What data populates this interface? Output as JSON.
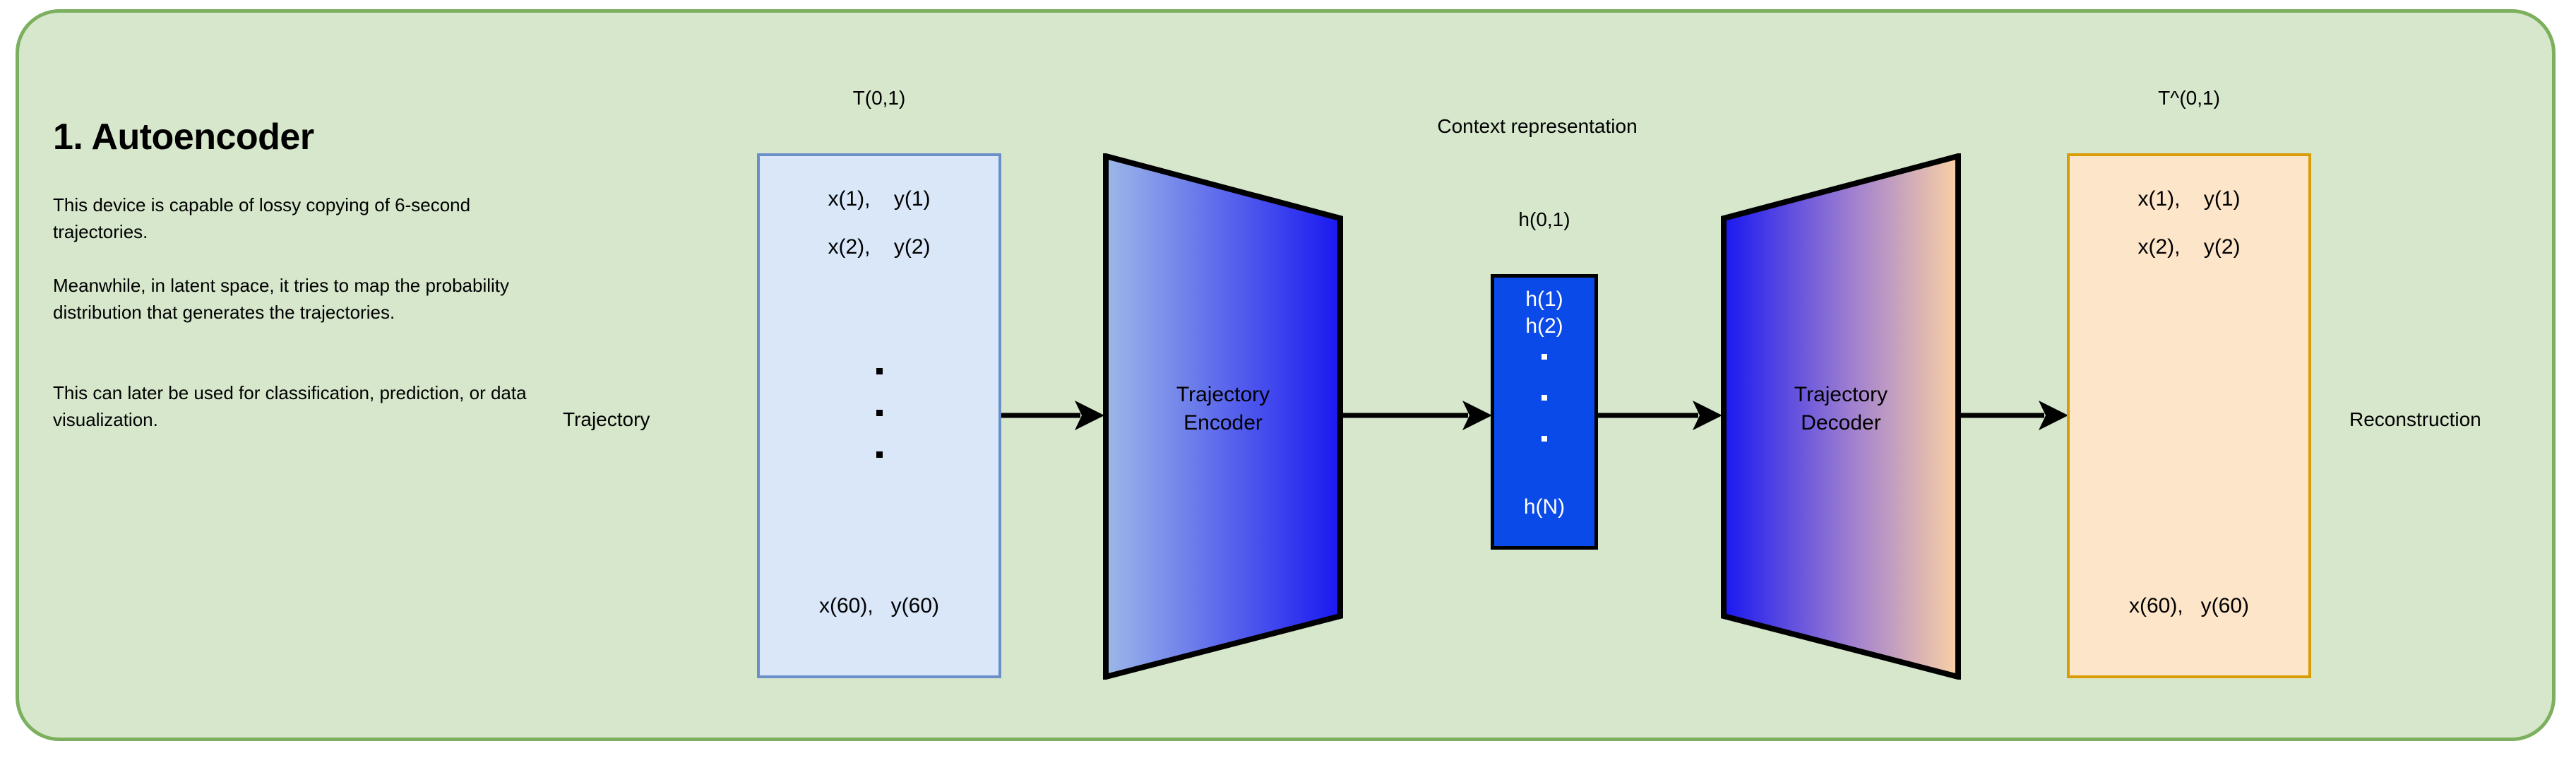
{
  "panel": {
    "background_color": "#d6e7cc",
    "border_color": "#7cb05e"
  },
  "header": {
    "title": "1. Autoencoder"
  },
  "description": {
    "paragraphs": [
      "This device is capable of lossy copying of 6-second trajectories.",
      "Meanwhile, in latent space, it tries to map the probability distribution that generates the trajectories.",
      "This can later be used for classification, prediction, or data visualization."
    ]
  },
  "pipeline": {
    "input_side_label": "Trajectory",
    "output_side_label": "Reconstruction",
    "context_label": "Context representation",
    "input": {
      "caption": "T(0,1)",
      "rows": [
        "x(1),    y(1)",
        "x(2),    y(2)"
      ],
      "last_row": "x(60),   y(60)",
      "has_ellipsis": true,
      "fill_color": "#d9e7f9",
      "border_color": "#6b8fc9"
    },
    "encoder": {
      "label_line1": "Trajectory",
      "label_line2": "Encoder",
      "gradient_from": "#9db8e8",
      "gradient_to": "#1a18f0"
    },
    "latent": {
      "caption": "h(0,1)",
      "rows": [
        "h(1)",
        "h(2)"
      ],
      "last_row": "h(N)",
      "has_ellipsis": true,
      "fill_color": "#0a4ae8",
      "border_color": "#000000",
      "text_color": "#ffffff"
    },
    "decoder": {
      "label_line1": "Trajectory",
      "label_line2": "Decoder",
      "gradient_from": "#1a18f0",
      "gradient_to": "#fad0a4"
    },
    "output": {
      "caption": "T^(0,1)",
      "rows": [
        "x(1),    y(1)",
        "x(2),    y(2)"
      ],
      "last_row": "x(60),   y(60)",
      "has_ellipsis": false,
      "fill_color": "#fde5c9",
      "border_color": "#d99c07"
    },
    "arrow_color": "#000000"
  }
}
